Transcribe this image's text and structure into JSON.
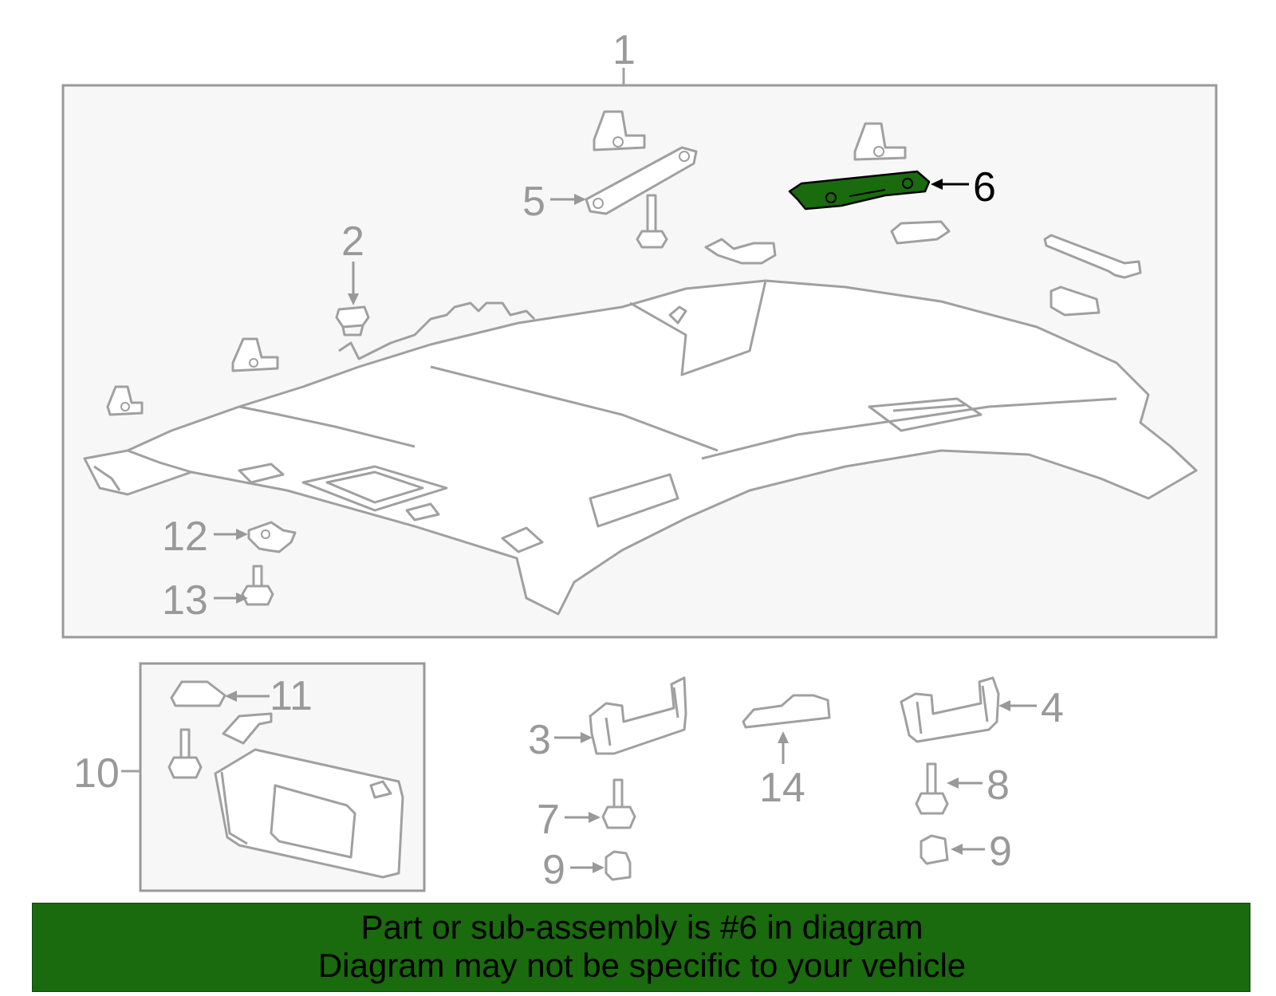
{
  "callouts": {
    "c1": "1",
    "c2": "2",
    "c3": "3",
    "c4": "4",
    "c5": "5",
    "c6": "6",
    "c7": "7",
    "c8": "8",
    "c9a": "9",
    "c9b": "9",
    "c10": "10",
    "c11": "11",
    "c12": "12",
    "c13": "13",
    "c14": "14"
  },
  "highlight": {
    "part": "6",
    "color": "#1a6a0e"
  },
  "banner": {
    "line1": "Part or sub-assembly is #6 in diagram",
    "line2": "Diagram may not be specific to your vehicle",
    "color": "#1a6a0e"
  }
}
